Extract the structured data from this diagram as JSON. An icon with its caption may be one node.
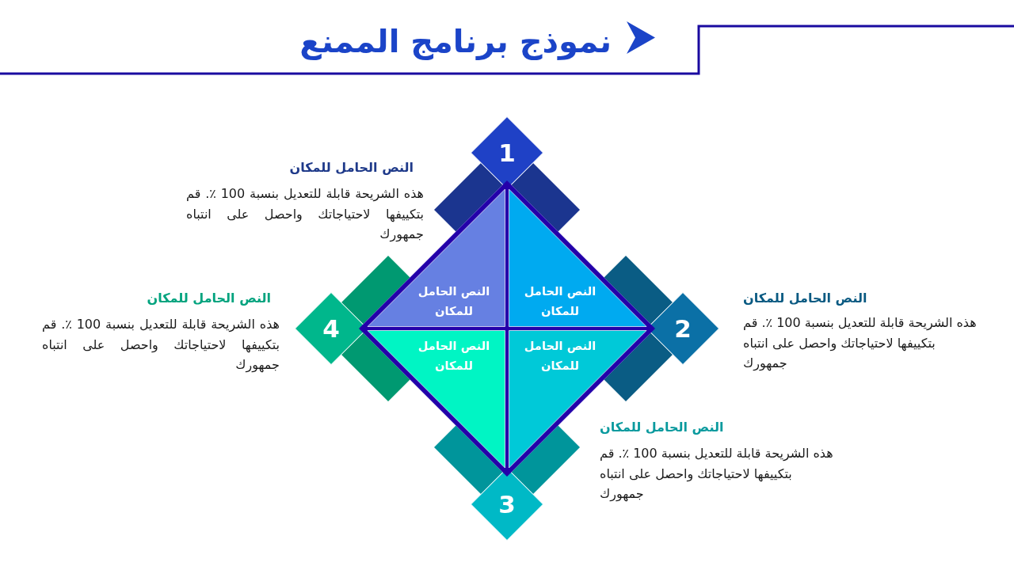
{
  "diagram": {
    "title": "نموذج برنامج الممنع",
    "nodes": [
      {
        "text": [
          "1"
        ]
      },
      {
        "text": [
          "2"
        ]
      },
      {
        "text": [
          "3"
        ]
      },
      {
        "text": [
          "4"
        ]
      },
      {
        "text": [
          "النص الحامل للمكان"
        ]
      },
      {
        "text": [
          "النص الحامل للمكان"
        ]
      },
      {
        "text": [
          "النص الحامل للمكان"
        ]
      },
      {
        "text": [
          "النص الحامل للمكان"
        ]
      }
    ],
    "labels": [
      "النص الحامل للمكان",
      "هذه الشريحة قابلة للتعديل بنسبة 100 ٪. قم بتكييفها لاحتياجاتك واحصل على انتباه جمهورك",
      "النص الحامل للمكان",
      "هذه الشريحة قابلة للتعديل بنسبة 100 ٪. قم بتكييفها لاحتياجاتك واحصل على انتباه جمهورك",
      "النص الحامل للمكان",
      "هذه الشريحة قابلة للتعديل بنسبة 100 ٪. قم بتكييفها لاحتياجاتك واحصل على انتباه جمهورك",
      "النص الحامل للمكان",
      "هذه الشريحة قابلة للتعديل بنسبة 100 ٪. قم بتكييفها لاحتياجاتك واحصل على انتباه جمهورك"
    ]
  }
}
